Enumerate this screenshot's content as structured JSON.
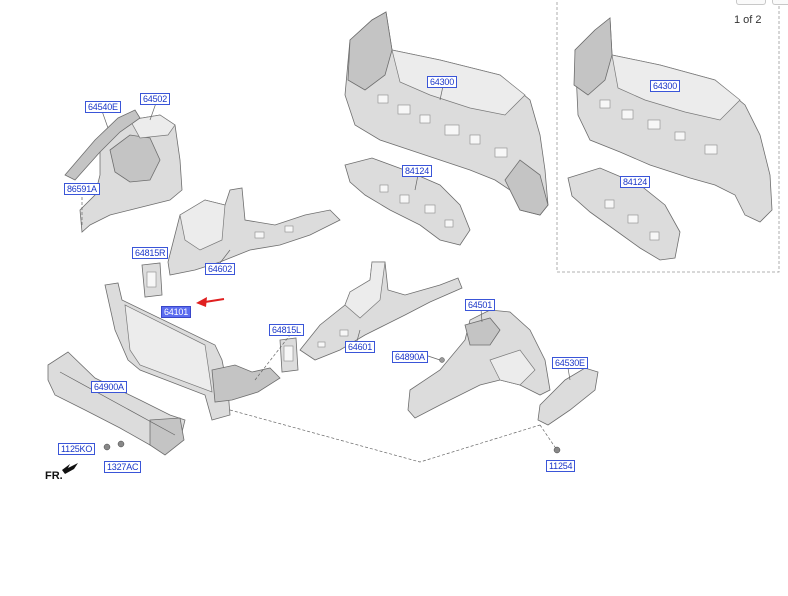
{
  "pagination": {
    "text": "1 of 2",
    "prev_glyph": "◀",
    "next_glyph": "▶"
  },
  "front_label": "FR.",
  "callouts": [
    {
      "id": "c64540E",
      "text": "64540E"
    },
    {
      "id": "c64502",
      "text": "64502"
    },
    {
      "id": "c86591A",
      "text": "86591A"
    },
    {
      "id": "c64815R",
      "text": "64815R"
    },
    {
      "id": "c64602",
      "text": "64602"
    },
    {
      "id": "c64101",
      "text": "64101",
      "selected": true
    },
    {
      "id": "c64815L",
      "text": "64815L"
    },
    {
      "id": "c64900A",
      "text": "64900A"
    },
    {
      "id": "c1125KO",
      "text": "1125KO"
    },
    {
      "id": "c1327AC",
      "text": "1327AC"
    },
    {
      "id": "c64300a",
      "text": "64300"
    },
    {
      "id": "c84124a",
      "text": "84124"
    },
    {
      "id": "c64300b",
      "text": "64300"
    },
    {
      "id": "c84124b",
      "text": "84124"
    },
    {
      "id": "c64601",
      "text": "64601"
    },
    {
      "id": "c64501",
      "text": "64501"
    },
    {
      "id": "c64890A",
      "text": "64890A"
    },
    {
      "id": "c64530E",
      "text": "64530E"
    },
    {
      "id": "c11254",
      "text": "11254"
    }
  ],
  "colors": {
    "callout_text": "#1a36c8",
    "callout_selected_bg": "#5b6cf0",
    "pointer_arrow": "#e02020"
  }
}
